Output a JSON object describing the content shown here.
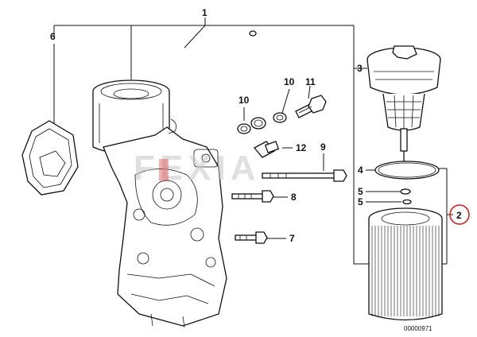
{
  "callouts": {
    "c1": "1",
    "c2": "2",
    "c3": "3",
    "c4": "4",
    "c5a": "5",
    "c5b": "5",
    "c6": "6",
    "c7": "7",
    "c8": "8",
    "c9": "9",
    "c10a": "10",
    "c10b": "10",
    "c11": "11",
    "c12": "12"
  },
  "watermark": "FEXIA",
  "drawing_code": "00000971",
  "highlight_color": "#d62020"
}
